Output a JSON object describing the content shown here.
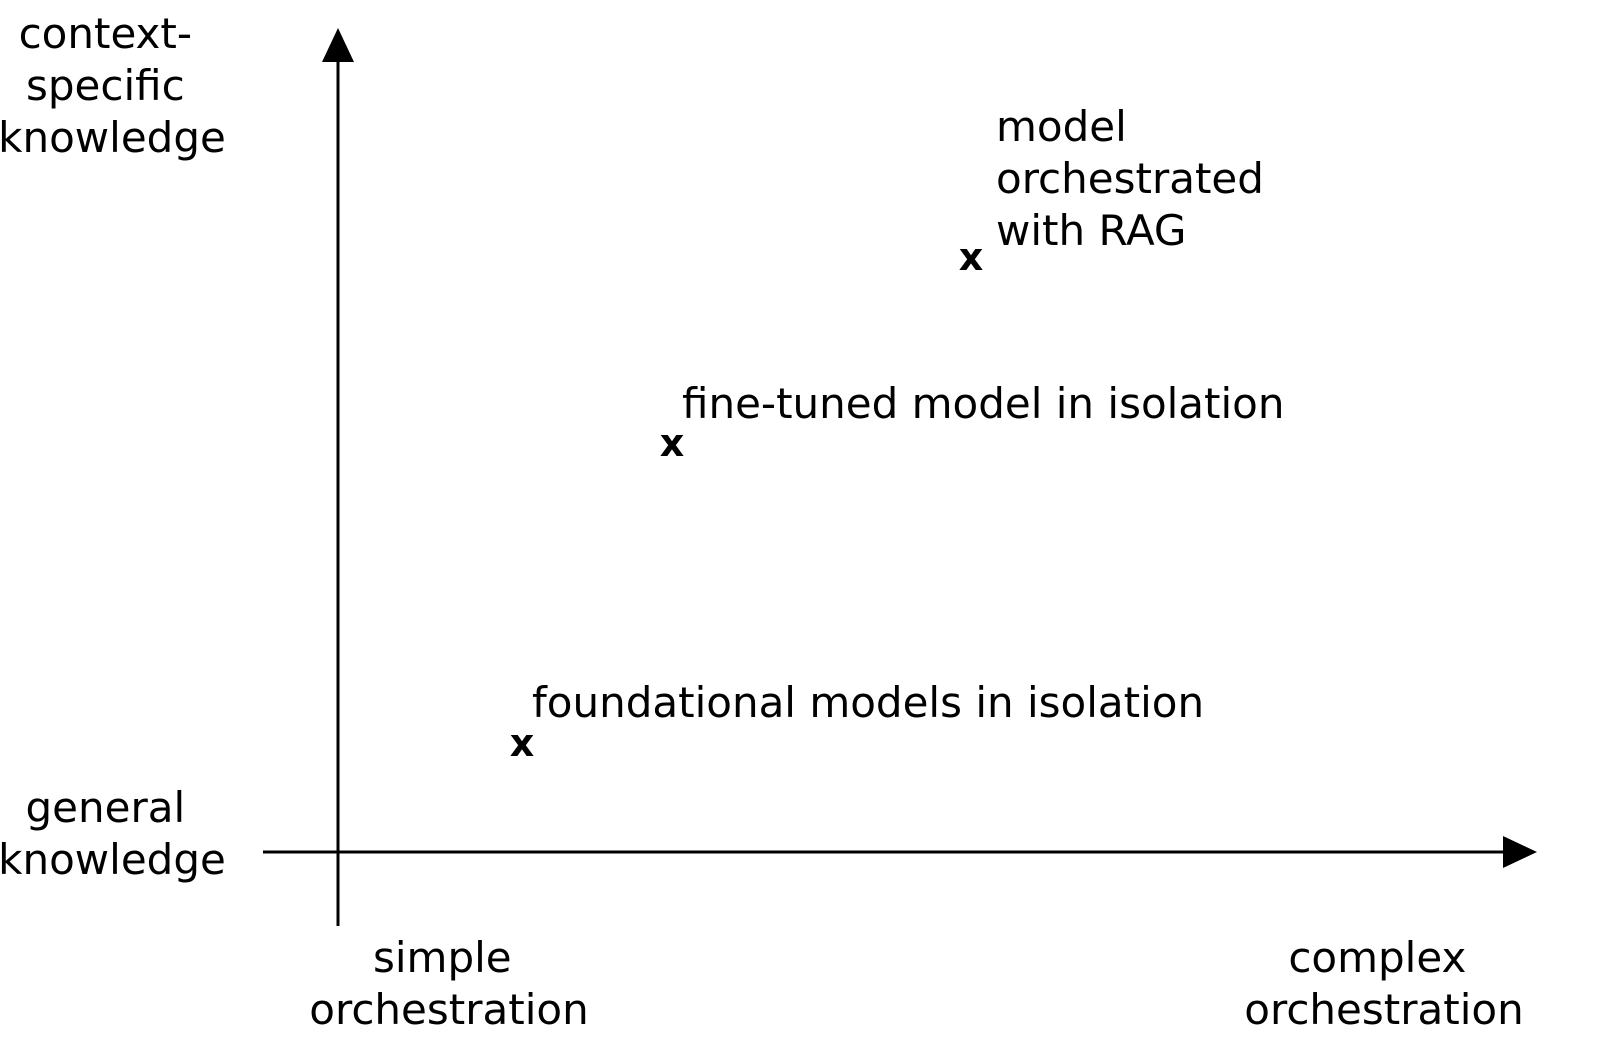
{
  "axes": {
    "y_top_label": [
      "context-",
      "specific",
      "knowledge"
    ],
    "y_bottom_label": [
      "general",
      "knowledge"
    ],
    "x_left_label": [
      "simple",
      "orchestration"
    ],
    "x_right_label": [
      "complex",
      "orchestration"
    ]
  },
  "points": [
    {
      "marker": "x",
      "label_lines": [
        "foundational models in isolation"
      ]
    },
    {
      "marker": "x",
      "label_lines": [
        "fine-tuned model in isolation"
      ]
    },
    {
      "marker": "x",
      "label_lines": [
        "model",
        "orchestrated",
        "with RAG"
      ]
    }
  ],
  "colors": {
    "ink": "#000000",
    "background": "#ffffff"
  }
}
